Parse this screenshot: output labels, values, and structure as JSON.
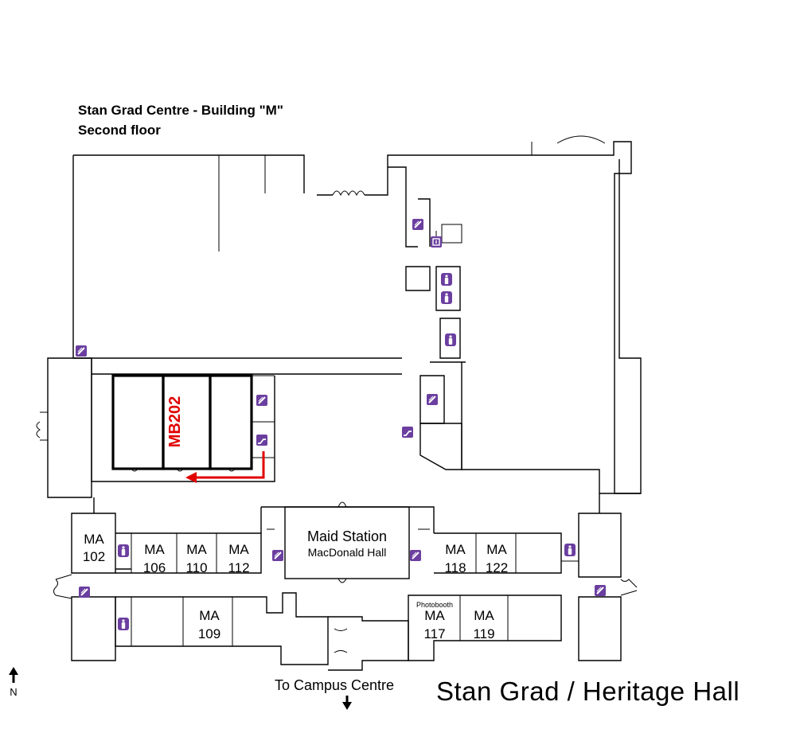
{
  "header": {
    "building": "Stan Grad Centre - Building \"M\"",
    "floor": "Second floor"
  },
  "highlight": {
    "room": "MB202",
    "color": "#e10000"
  },
  "rooms": {
    "ma102": {
      "l1": "MA",
      "l2": "102"
    },
    "ma106": {
      "l1": "MA",
      "l2": "106"
    },
    "ma110": {
      "l1": "MA",
      "l2": "110"
    },
    "ma112": {
      "l1": "MA",
      "l2": "112"
    },
    "ma109": {
      "l1": "MA",
      "l2": "109"
    },
    "ma118": {
      "l1": "MA",
      "l2": "118"
    },
    "ma122": {
      "l1": "MA",
      "l2": "122"
    },
    "ma117": {
      "l1": "MA",
      "l2": "117"
    },
    "ma119": {
      "l1": "MA",
      "l2": "119"
    },
    "maid": {
      "l1": "Maid Station",
      "l2": "MacDonald Hall"
    },
    "photobooth": "Photobooth"
  },
  "footer": {
    "to_campus": "To Campus Centre",
    "area": "Stan Grad / Heritage Hall",
    "north": "N"
  },
  "icons": {
    "accent": "#6b3fa0",
    "types": [
      "stairs-icon",
      "escalator-icon",
      "elevator-icon",
      "washroom-icon"
    ]
  }
}
